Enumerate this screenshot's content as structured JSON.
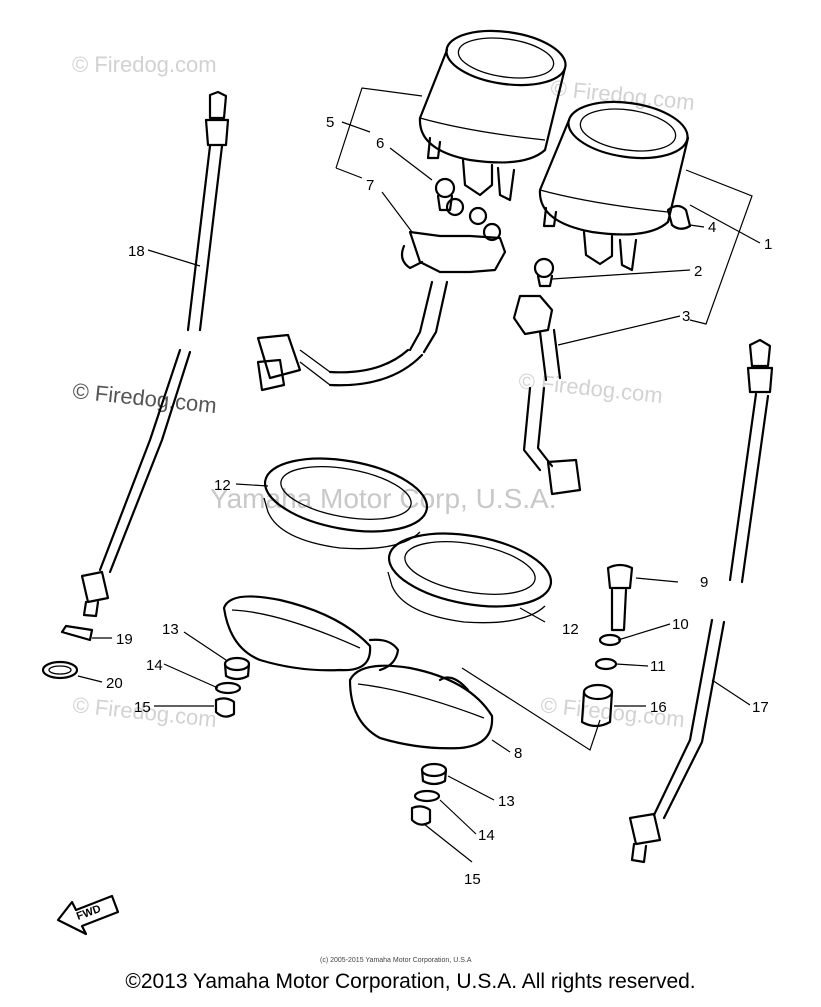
{
  "watermarks": {
    "firedog": "© Firedog.com",
    "yamaha_corp": "Yamaha Motor Corp, U.S.A.",
    "small_copyright": "(c) 2005-2015 Yamaha Motor Corporation, U.S.A"
  },
  "footer": {
    "copyright": "©2013 Yamaha Motor Corporation, U.S.A. All rights reserved."
  },
  "fwd_label": "FWD",
  "callouts": [
    "1",
    "2",
    "3",
    "4",
    "5",
    "6",
    "7",
    "8",
    "9",
    "10",
    "11",
    "12",
    "13",
    "14",
    "15",
    "16",
    "17",
    "18",
    "19",
    "20"
  ]
}
